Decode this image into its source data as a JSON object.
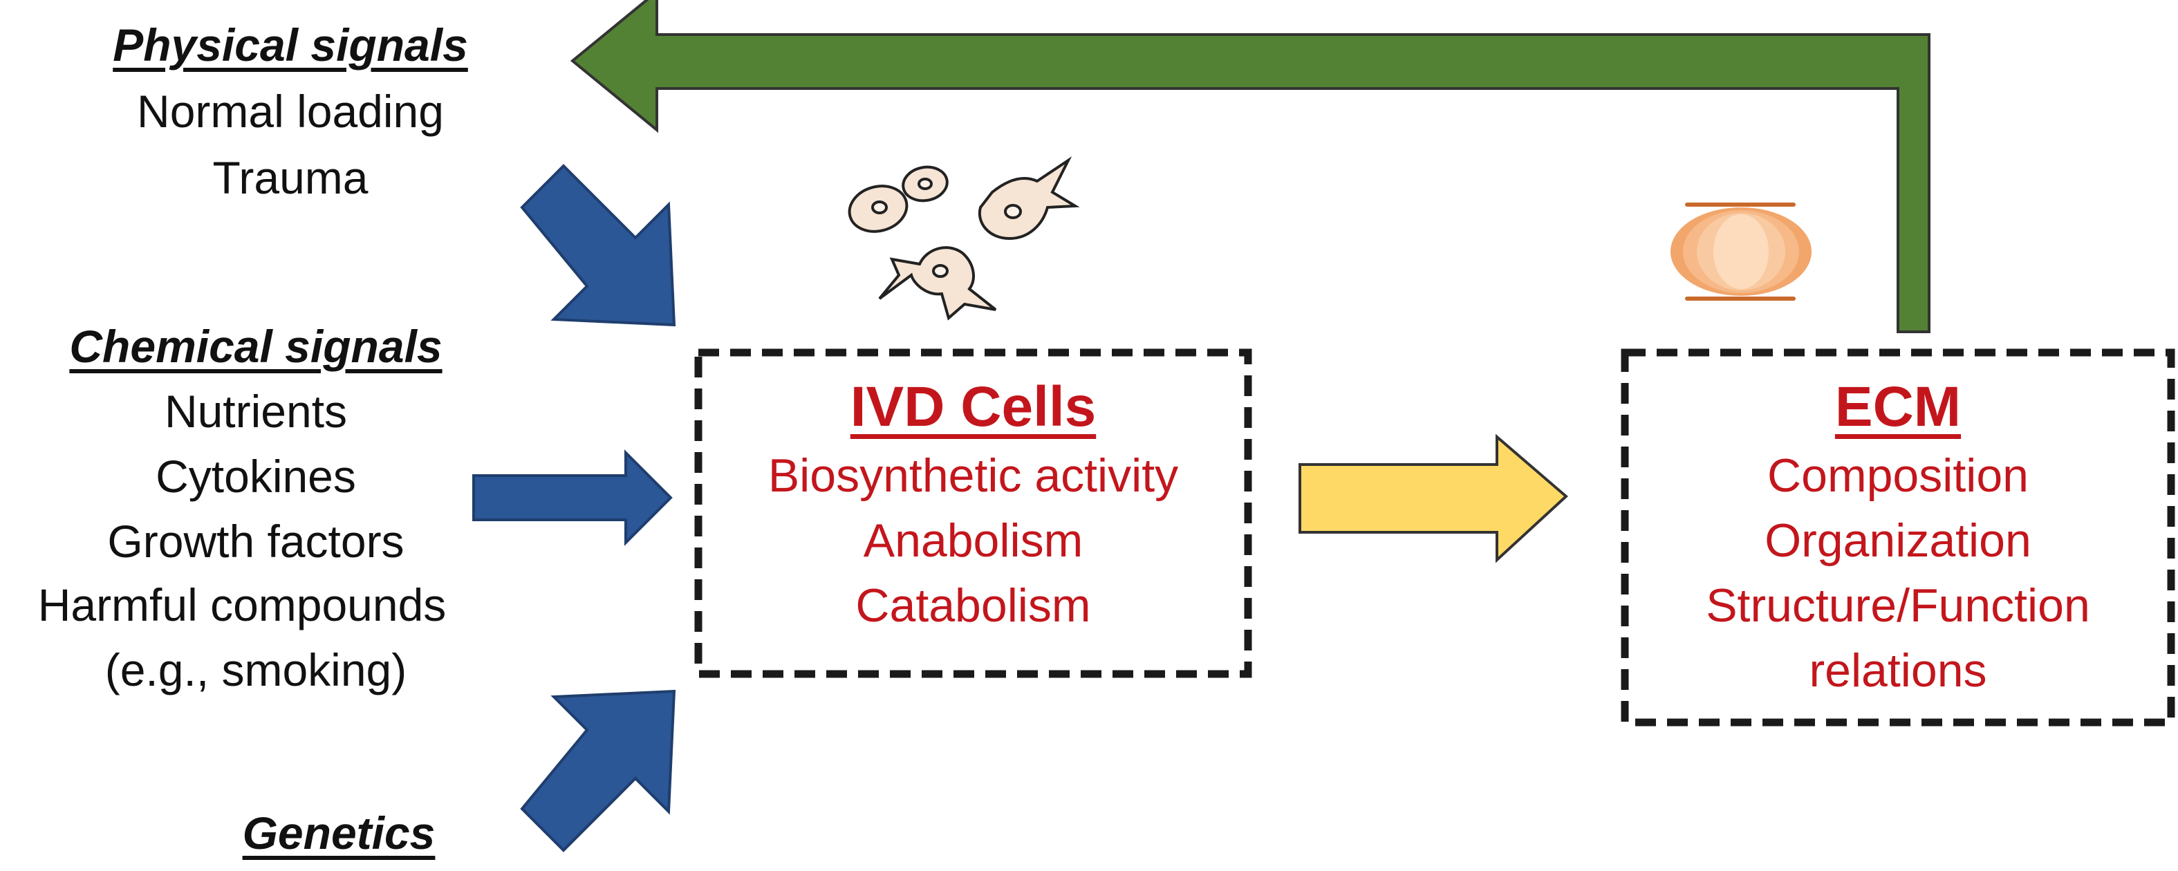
{
  "colors": {
    "background": "#ffffff",
    "text_dark": "#111111",
    "text_red": "#c3161c",
    "arrow_blue": "#2b5797",
    "arrow_green": "#548235",
    "arrow_yellow": "#ffd966",
    "box_border": "#1a1a1a",
    "disc_orange": "#f2a66b"
  },
  "physical": {
    "title": "Physical signals",
    "items": [
      "Normal loading",
      "Trauma"
    ]
  },
  "chemical": {
    "title": "Chemical signals",
    "items": [
      "Nutrients",
      "Cytokines",
      "Growth factors",
      "Harmful compounds",
      "(e.g., smoking)"
    ]
  },
  "genetics": {
    "title": "Genetics"
  },
  "ivd": {
    "title": "IVD Cells",
    "items": [
      "Biosynthetic activity",
      "Anabolism",
      "Catabolism"
    ]
  },
  "ecm": {
    "title": "ECM",
    "items": [
      "Composition",
      "Organization",
      "Structure/Function",
      "relations"
    ]
  },
  "icons": {
    "cells": "ivd-cells-icon",
    "disc": "intervertebral-disc-icon"
  }
}
